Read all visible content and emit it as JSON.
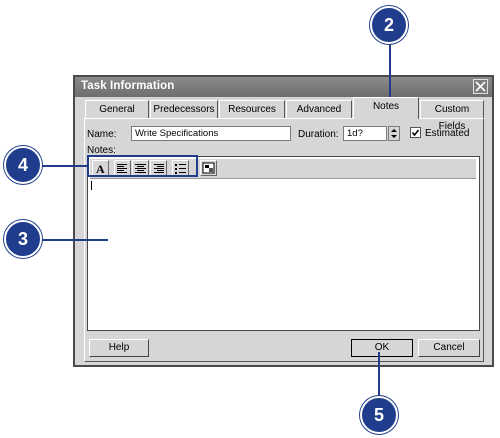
{
  "dialog": {
    "title": "Task Information",
    "tabs": [
      {
        "label": "General"
      },
      {
        "label": "Predecessors"
      },
      {
        "label": "Resources"
      },
      {
        "label": "Advanced"
      },
      {
        "label": "Notes"
      },
      {
        "label": "Custom Fields"
      }
    ],
    "active_tab": "Notes",
    "name_label": "Name:",
    "name_value": "Write Specifications",
    "duration_label": "Duration:",
    "duration_value": "1d?",
    "estimated_label": "Estimated",
    "estimated_checked": true,
    "notes_label": "Notes:",
    "buttons": {
      "help": "Help",
      "ok": "OK",
      "cancel": "Cancel"
    }
  },
  "callouts": [
    "2",
    "3",
    "4",
    "5"
  ],
  "colors": {
    "callout": "#1f3d8c",
    "dialog_bg": "#d6d6d6",
    "titlebar": "#7a7a7a"
  }
}
